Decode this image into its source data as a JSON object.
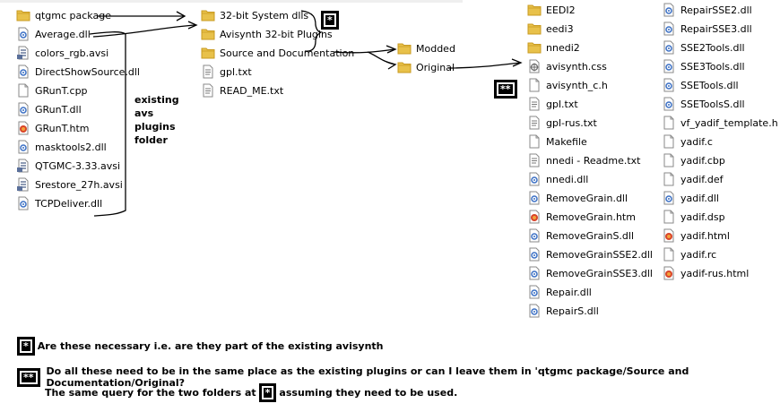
{
  "col1": [
    {
      "label": "qtgmc package",
      "icon": "folder-icon"
    },
    {
      "label": "Average.dll",
      "icon": "dll-icon"
    },
    {
      "label": "colors_rgb.avsi",
      "icon": "avsi-icon"
    },
    {
      "label": "DirectShowSource.dll",
      "icon": "dll-icon"
    },
    {
      "label": "GRunT.cpp",
      "icon": "text-file-icon"
    },
    {
      "label": "GRunT.dll",
      "icon": "dll-icon"
    },
    {
      "label": "GRunT.htm",
      "icon": "html-icon"
    },
    {
      "label": "masktools2.dll",
      "icon": "dll-icon"
    },
    {
      "label": "QTGMC-3.33.avsi",
      "icon": "avsi-icon"
    },
    {
      "label": "Srestore_27h.avsi",
      "icon": "avsi-icon"
    },
    {
      "label": "TCPDeliver.dll",
      "icon": "dll-icon"
    }
  ],
  "col2": [
    {
      "label": "32-bit System dlls",
      "icon": "folder-icon"
    },
    {
      "label": "Avisynth 32-bit Plugins",
      "icon": "folder-icon"
    },
    {
      "label": "Source and Documentation",
      "icon": "folder-icon"
    },
    {
      "label": "gpl.txt",
      "icon": "txt-icon"
    },
    {
      "label": "READ_ME.txt",
      "icon": "txt-icon"
    }
  ],
  "col3": [
    {
      "label": "Modded",
      "icon": "folder-icon"
    },
    {
      "label": "Original",
      "icon": "folder-icon"
    }
  ],
  "col4": [
    {
      "label": "EEDI2",
      "icon": "folder-icon"
    },
    {
      "label": "eedi3",
      "icon": "folder-icon"
    },
    {
      "label": "nnedi2",
      "icon": "folder-icon"
    },
    {
      "label": "avisynth.css",
      "icon": "css-icon"
    },
    {
      "label": "avisynth_c.h",
      "icon": "text-file-icon"
    },
    {
      "label": "gpl.txt",
      "icon": "txt-icon"
    },
    {
      "label": "gpl-rus.txt",
      "icon": "txt-icon"
    },
    {
      "label": "Makefile",
      "icon": "text-file-icon"
    },
    {
      "label": "nnedi - Readme.txt",
      "icon": "txt-icon"
    },
    {
      "label": "nnedi.dll",
      "icon": "dll-icon"
    },
    {
      "label": "RemoveGrain.dll",
      "icon": "dll-icon"
    },
    {
      "label": "RemoveGrain.htm",
      "icon": "html-icon"
    },
    {
      "label": "RemoveGrainS.dll",
      "icon": "dll-icon"
    },
    {
      "label": "RemoveGrainSSE2.dll",
      "icon": "dll-icon"
    },
    {
      "label": "RemoveGrainSSE3.dll",
      "icon": "dll-icon"
    },
    {
      "label": "Repair.dll",
      "icon": "dll-icon"
    },
    {
      "label": "RepairS.dll",
      "icon": "dll-icon"
    }
  ],
  "col5": [
    {
      "label": "RepairSSE2.dll",
      "icon": "dll-icon"
    },
    {
      "label": "RepairSSE3.dll",
      "icon": "dll-icon"
    },
    {
      "label": "SSE2Tools.dll",
      "icon": "dll-icon"
    },
    {
      "label": "SSE3Tools.dll",
      "icon": "dll-icon"
    },
    {
      "label": "SSETools.dll",
      "icon": "dll-icon"
    },
    {
      "label": "SSEToolsS.dll",
      "icon": "dll-icon"
    },
    {
      "label": "vf_yadif_template.h",
      "icon": "text-file-icon"
    },
    {
      "label": "yadif.c",
      "icon": "text-file-icon"
    },
    {
      "label": "yadif.cbp",
      "icon": "text-file-icon"
    },
    {
      "label": "yadif.def",
      "icon": "text-file-icon"
    },
    {
      "label": "yadif.dll",
      "icon": "dll-icon"
    },
    {
      "label": "yadif.dsp",
      "icon": "text-file-icon"
    },
    {
      "label": "yadif.html",
      "icon": "html-icon"
    },
    {
      "label": "yadif.rc",
      "icon": "text-file-icon"
    },
    {
      "label": "yadif-rus.html",
      "icon": "html-icon"
    }
  ],
  "annotations": {
    "existing_folder": [
      "existing",
      "avs",
      "plugins",
      "folder"
    ],
    "tag_single": "*",
    "tag_double": "**",
    "note1": "Are these necessary i.e. are they part of the existing avisynth",
    "note2": "Do all these need to be in the same place as the existing plugins or can I leave them in 'qtgmc package/Source and Documentation/Original?",
    "note3_pre": "The same query for the two folders at",
    "note3_post": "assuming they need to be used."
  },
  "colors": {
    "folder": "#e8c14a",
    "folder_dark": "#c99b22",
    "dll_blue": "#3a6fc4",
    "html_red": "#d8452a",
    "line": "#000000"
  }
}
